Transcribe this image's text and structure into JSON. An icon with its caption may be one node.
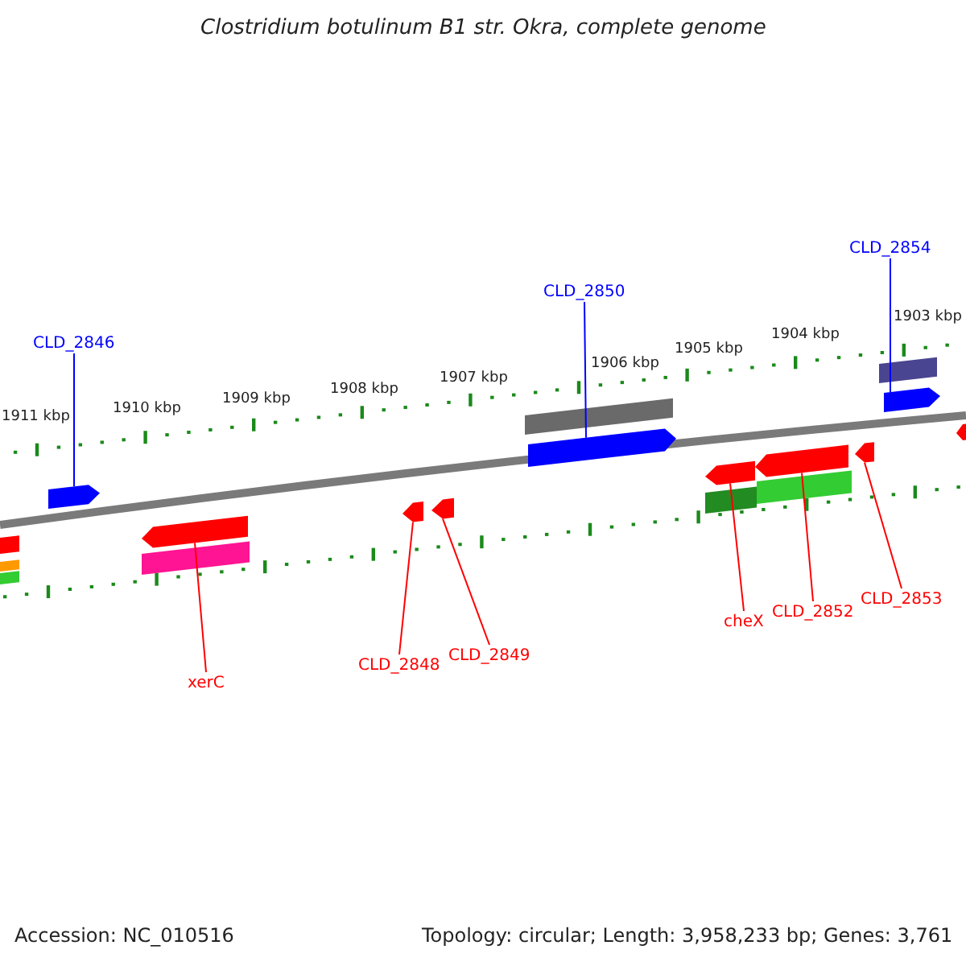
{
  "diagram": {
    "title": "Clostridium botulinum B1 str. Okra, complete genome",
    "nodes": [
      {
        "text": [
          "CLD_2846"
        ]
      },
      {
        "text": [
          "CLD_2850"
        ]
      },
      {
        "text": [
          "CLD_2854"
        ]
      },
      {
        "text": [
          "xerC"
        ]
      },
      {
        "text": [
          "CLD_2848"
        ]
      },
      {
        "text": [
          "CLD_2849"
        ]
      },
      {
        "text": [
          "cheX"
        ]
      },
      {
        "text": [
          "CLD_2852"
        ]
      },
      {
        "text": [
          "CLD_2853"
        ]
      },
      {
        "text": [],
        "shape": "bar"
      },
      {
        "text": [],
        "shape": "bar"
      },
      {
        "text": [],
        "shape": "bar"
      },
      {
        "text": [],
        "shape": "bar"
      },
      {
        "text": [],
        "shape": "bar"
      },
      {
        "text": [],
        "shape": "bar"
      },
      {
        "text": [],
        "shape": "bar"
      },
      {
        "text": [],
        "shape": "bar"
      },
      {
        "text": [],
        "shape": "bar"
      },
      {
        "text": [],
        "shape": "bar"
      }
    ],
    "edges": [
      {
        "from": 0,
        "to": 9,
        "arrow": "none",
        "color": "#0000ff"
      },
      {
        "from": 1,
        "to": 10,
        "arrow": "none",
        "color": "#0000ff"
      },
      {
        "from": 2,
        "to": 11,
        "arrow": "none",
        "color": "#0000ff"
      },
      {
        "from": 3,
        "to": 12,
        "arrow": "none"
      },
      {
        "from": 4,
        "to": 13,
        "arrow": "none"
      },
      {
        "from": 5,
        "to": 14,
        "arrow": "none"
      },
      {
        "from": 6,
        "to": 15,
        "arrow": "none"
      },
      {
        "from": 7,
        "to": 16,
        "arrow": "none"
      },
      {
        "from": 8,
        "to": 17,
        "arrow": "none"
      }
    ],
    "labels": [
      "1911 kbp",
      "1910 kbp",
      "1909 kbp",
      "1908 kbp",
      "1907 kbp",
      "1906 kbp",
      "1905 kbp",
      "1904 kbp",
      "1903 kbp",
      "Accession: NC_010516",
      "Topology: circular; Length: 3,958,233 bp; Genes: 3,761"
    ]
  }
}
